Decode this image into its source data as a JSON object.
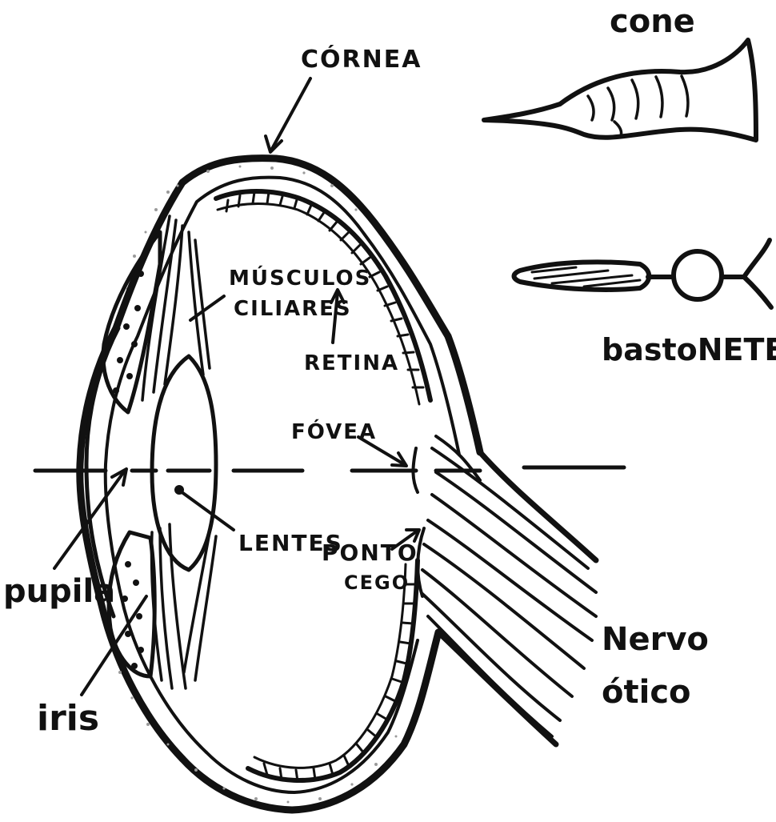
{
  "labels": {
    "cornea": "CÓRNEA",
    "cone": "cone",
    "musculos_line1": "MÚSCULOS",
    "musculos_line2": "CILIARES",
    "retina": "RETINA",
    "bastonete": "bastoNETE",
    "fovea": "FÓVEA",
    "lentes": "LENTES",
    "ponto_line1": "PONTO",
    "ponto_line2": "CEGO",
    "pupila": "pupila",
    "iris": "iris",
    "nervo_line1": "Nervo",
    "nervo_line2": "ótico"
  },
  "colors": {
    "ink": "#111111",
    "paper": "#ffffff",
    "speckle": "#9a9a9a"
  }
}
